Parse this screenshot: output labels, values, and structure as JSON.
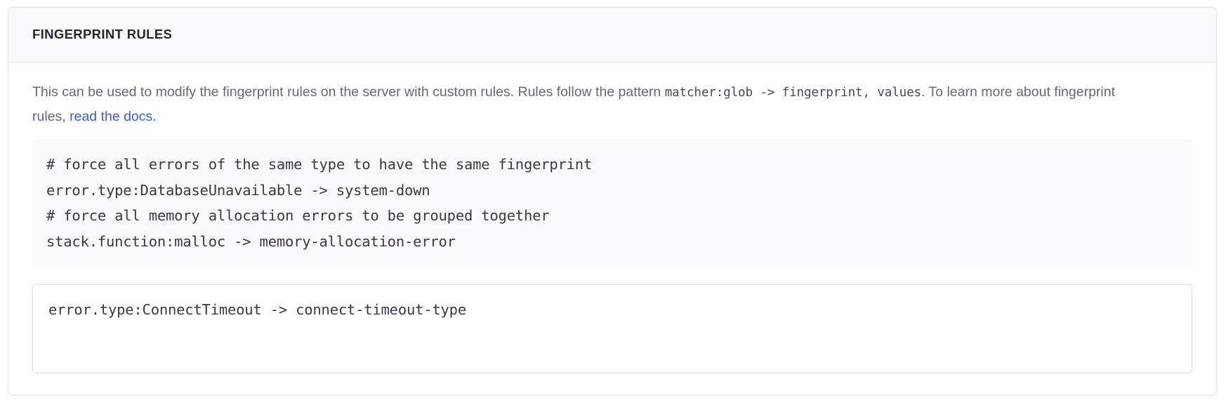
{
  "panel": {
    "title": "FINGERPRINT RULES",
    "description": {
      "part1": "This can be used to modify the fingerprint rules on the server with custom rules. Rules follow the pattern ",
      "code1": "matcher:glob -> fingerprint, values",
      "part2": ". To learn more about fingerprint rules, ",
      "link_text": "read the docs",
      "part3": "."
    },
    "example_code": {
      "lines": [
        "# force all errors of the same type to have the same fingerprint",
        "error.type:DatabaseUnavailable -> system-down",
        "# force all memory allocation errors to be grouped together",
        "stack.function:malloc -> memory-allocation-error"
      ]
    },
    "rules_input": {
      "value": "error.type:ConnectTimeout -> connect-timeout-type",
      "placeholder": ""
    }
  },
  "colors": {
    "panel_border": "#e4e3e8",
    "header_bg": "#faf9fb",
    "title_text": "#2b2233",
    "body_text": "#6a6478",
    "link": "#3b5fd4",
    "code_text": "#3e3648",
    "code_bg": "#faf9fb"
  }
}
